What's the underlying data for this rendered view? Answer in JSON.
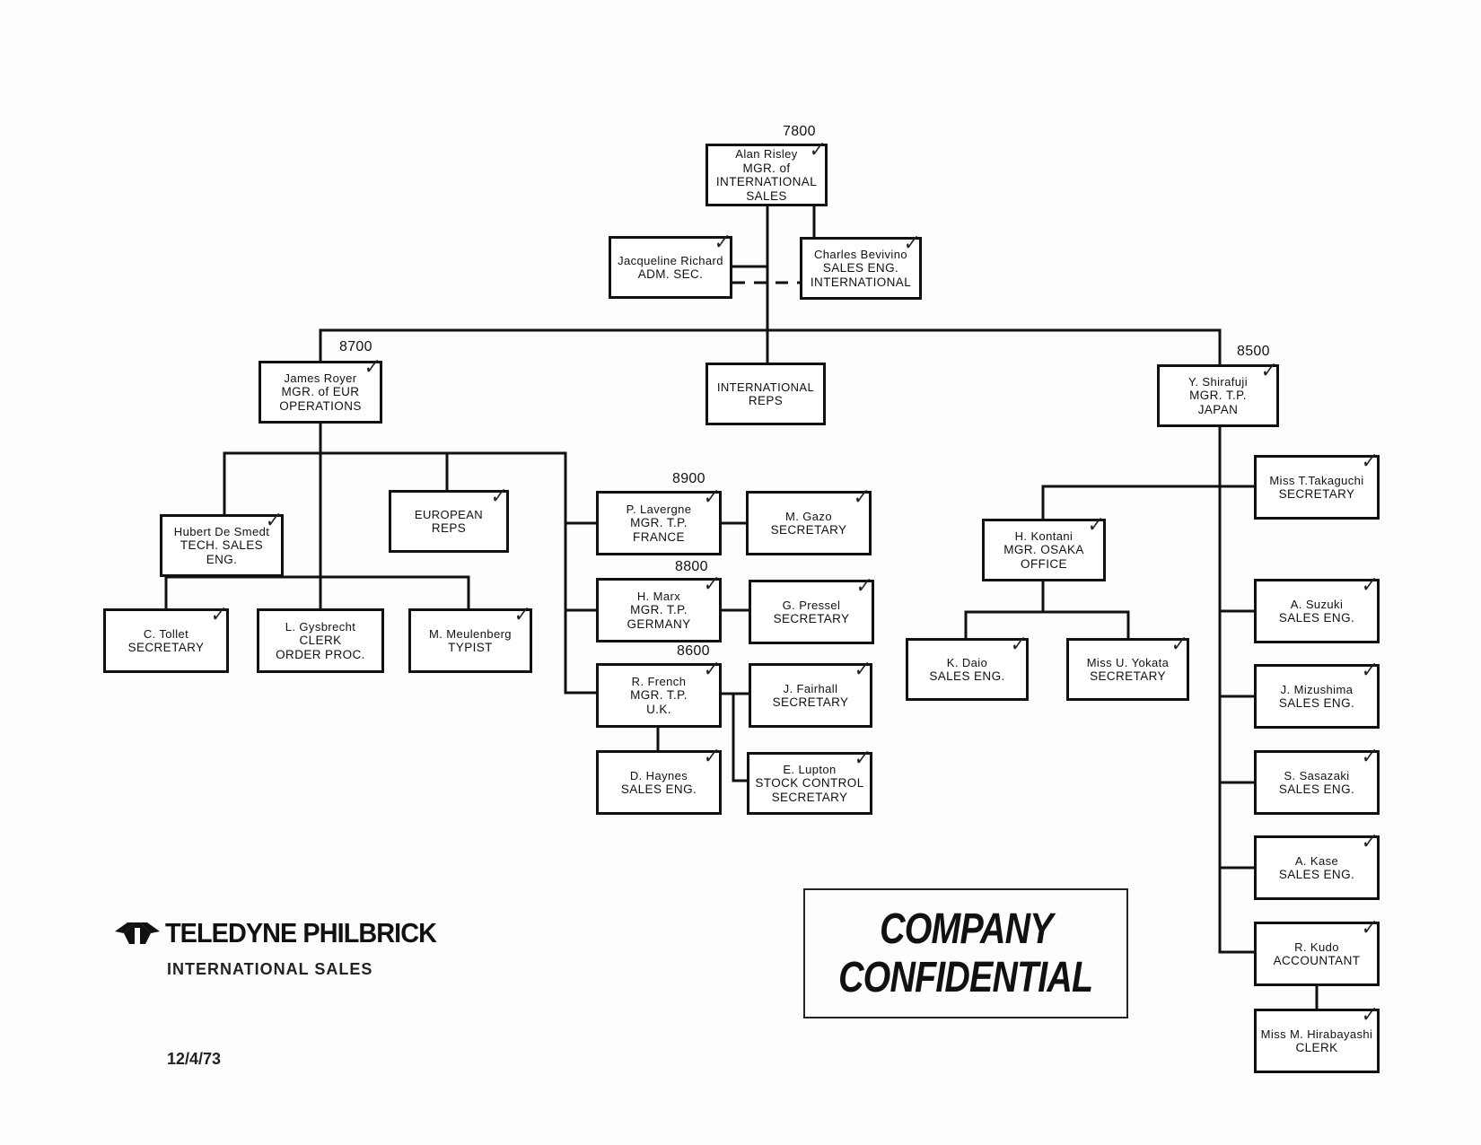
{
  "header": {
    "company": "TELEDYNE PHILBRICK",
    "department": "INTERNATIONAL SALES",
    "date": "12/4/73"
  },
  "stamp": {
    "line1": "COMPANY",
    "line2": "CONFIDENTIAL"
  },
  "codes": {
    "intl": "7800",
    "europe": "8700",
    "japan": "8500",
    "france": "8900",
    "germany": "8800",
    "uk": "8600"
  },
  "nodes": {
    "risley": {
      "lines": [
        "Alan Risley",
        "MGR. of",
        "INTERNATIONAL",
        "SALES"
      ],
      "checked": true
    },
    "richard": {
      "lines": [
        "Jacqueline Richard",
        "ADM. SEC."
      ],
      "checked": true
    },
    "bevivino": {
      "lines": [
        "Charles Bevivino",
        "SALES ENG.",
        "INTERNATIONAL"
      ],
      "checked": true
    },
    "intl_reps": {
      "lines": [
        "INTERNATIONAL",
        "REPS"
      ],
      "checked": false
    },
    "royer": {
      "lines": [
        "James Royer",
        "MGR. of EUR",
        "OPERATIONS"
      ],
      "checked": true
    },
    "desmedt": {
      "lines": [
        "Hubert De Smedt",
        "TECH. SALES",
        "ENG."
      ],
      "checked": true
    },
    "euro_reps": {
      "lines": [
        "EUROPEAN",
        "REPS"
      ],
      "checked": true
    },
    "tollet": {
      "lines": [
        "C. Tollet",
        "SECRETARY"
      ],
      "checked": true
    },
    "gysbrecht": {
      "lines": [
        "L. Gysbrecht",
        "CLERK",
        "ORDER PROC."
      ],
      "checked": false
    },
    "meulenberg": {
      "lines": [
        "M. Meulenberg",
        "TYPIST"
      ],
      "checked": true
    },
    "lavergne": {
      "lines": [
        "P. Lavergne",
        "MGR. T.P.",
        "FRANCE"
      ],
      "checked": true
    },
    "gazo": {
      "lines": [
        "M. Gazo",
        "SECRETARY"
      ],
      "checked": true
    },
    "marx": {
      "lines": [
        "H. Marx",
        "MGR. T.P.",
        "GERMANY"
      ],
      "checked": true
    },
    "pressel": {
      "lines": [
        "G. Pressel",
        "SECRETARY"
      ],
      "checked": true
    },
    "french": {
      "lines": [
        "R. French",
        "MGR. T.P.",
        "U.K."
      ],
      "checked": true
    },
    "fairhall": {
      "lines": [
        "J. Fairhall",
        "SECRETARY"
      ],
      "checked": true
    },
    "haynes": {
      "lines": [
        "D. Haynes",
        "SALES ENG."
      ],
      "checked": true
    },
    "lupton": {
      "lines": [
        "E. Lupton",
        "STOCK CONTROL",
        "SECRETARY"
      ],
      "checked": true
    },
    "shirafuji": {
      "lines": [
        "Y. Shirafuji",
        "MGR. T.P.",
        "JAPAN"
      ],
      "checked": true
    },
    "takaguchi": {
      "lines": [
        "Miss T.Takaguchi",
        "SECRETARY"
      ],
      "checked": true
    },
    "kontani": {
      "lines": [
        "H. Kontani",
        "MGR. OSAKA",
        "OFFICE"
      ],
      "checked": true
    },
    "daio": {
      "lines": [
        "K. Daio",
        "SALES ENG."
      ],
      "checked": true
    },
    "yokata": {
      "lines": [
        "Miss U. Yokata",
        "SECRETARY"
      ],
      "checked": true
    },
    "suzuki": {
      "lines": [
        "A. Suzuki",
        "SALES ENG."
      ],
      "checked": true
    },
    "mizushima": {
      "lines": [
        "J. Mizushima",
        "SALES ENG."
      ],
      "checked": true
    },
    "sasazaki": {
      "lines": [
        "S. Sasazaki",
        "SALES ENG."
      ],
      "checked": true
    },
    "kase": {
      "lines": [
        "A. Kase",
        "SALES ENG."
      ],
      "checked": true
    },
    "kudo": {
      "lines": [
        "R. Kudo",
        "ACCOUNTANT"
      ],
      "checked": true
    },
    "hirabayashi": {
      "lines": [
        "Miss M. Hirabayashi",
        "CLERK"
      ],
      "checked": true
    }
  },
  "check_mark_glyph": "✓"
}
